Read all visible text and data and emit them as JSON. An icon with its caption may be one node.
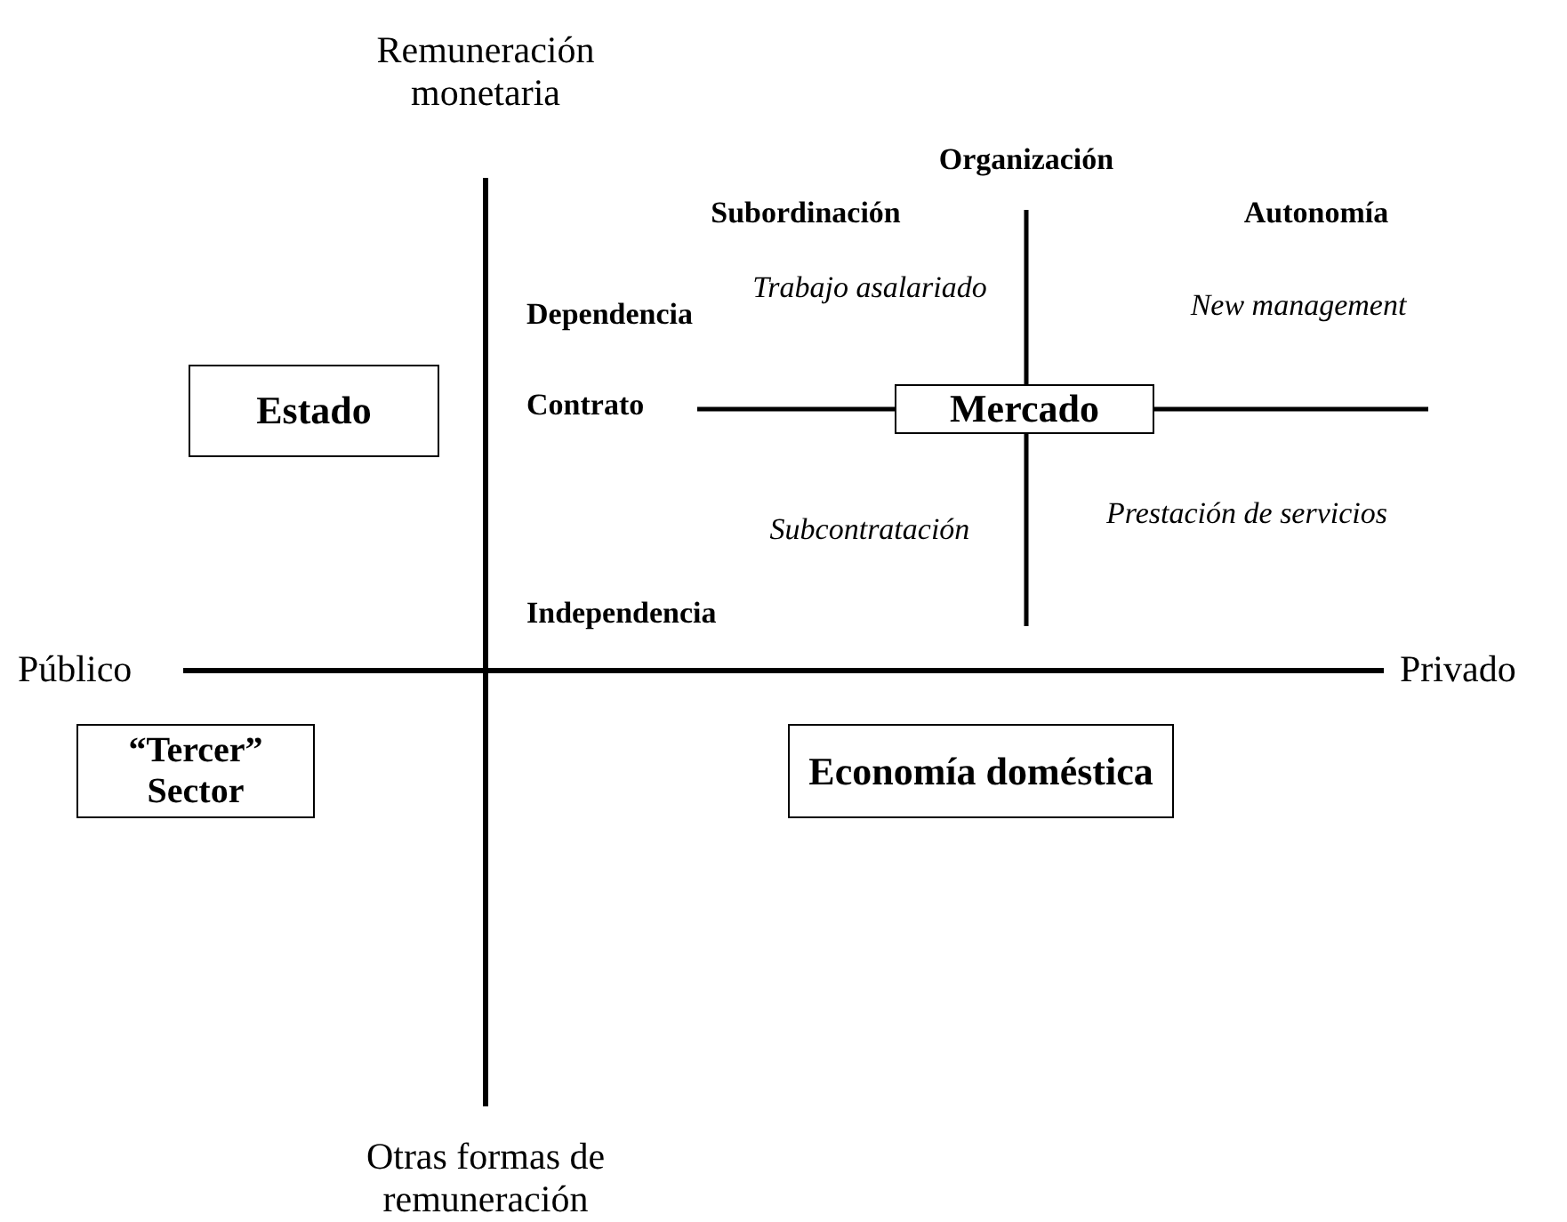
{
  "diagram": {
    "nodes": [
      {
        "text": [
          "Estado"
        ]
      },
      {
        "text": [
          "Mercado"
        ]
      },
      {
        "text": [
          "“Tercer” Sector"
        ]
      },
      {
        "text": [
          "Economía doméstica"
        ]
      }
    ],
    "labels": [
      "Remuneración monetaria",
      "Organización",
      "Subordinación",
      "Autonomía",
      "Dependencia",
      "Trabajo asalariado",
      "New management",
      "Contrato",
      "Subcontratación",
      "Prestación de servicios",
      "Independencia",
      "Público",
      "Privado",
      "Otras formas de remuneración"
    ]
  }
}
